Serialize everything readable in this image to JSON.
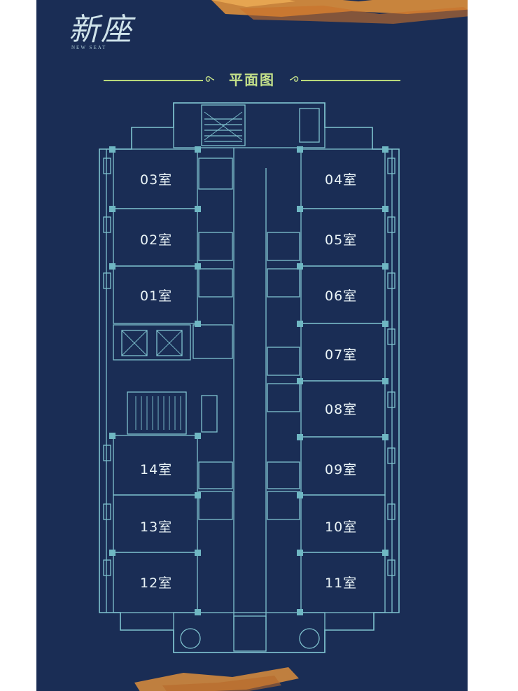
{
  "logo": {
    "main": "新座",
    "sub": "NEW SEAT"
  },
  "title": "平面图",
  "rooms": {
    "r03": "03室",
    "r02": "02室",
    "r01": "01室",
    "r04": "04室",
    "r05": "05室",
    "r06": "06室",
    "r07": "07室",
    "r08": "08室",
    "r09": "09室",
    "r10": "10室",
    "r11": "11室",
    "r12": "12室",
    "r13": "13室",
    "r14": "14室"
  },
  "colors": {
    "background": "#1a2d55",
    "lines": "#7fc3cf",
    "accent": "#c4e18a",
    "brush": "#e8943a"
  }
}
